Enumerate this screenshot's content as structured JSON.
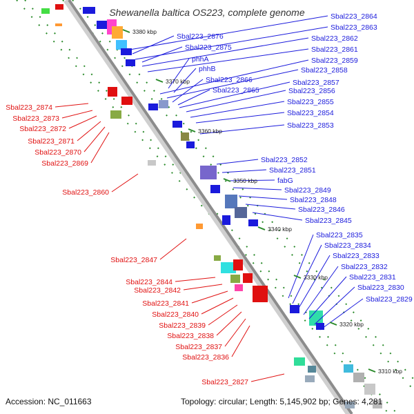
{
  "title": "Shewanella baltica OS223, complete genome",
  "footer": {
    "accession": "Accession: NC_011663",
    "topology": "Topology: circular; Length: 5,145,902 bp; Genes: 4,281"
  },
  "colors": {
    "forward": "#1a1adc",
    "reverse": "#e01010",
    "backbone": "#8c8c8c",
    "dots": "#2a8a2a",
    "tick": "#2a8a2a"
  },
  "ticks": [
    "3380 kbp",
    "3370 kbp",
    "3360 kbp",
    "3350 kbp",
    "3340 kbp",
    "3330 kbp",
    "3320 kbp",
    "3310 kbp"
  ],
  "forward_labels": [
    "Sbal223_2864",
    "Sbal223_2863",
    "Sbal223_2876",
    "Sbal223_2862",
    "Sbal223_2875",
    "Sbal223_2861",
    "phhA",
    "Sbal223_2859",
    "phhB",
    "Sbal223_2858",
    "Sbal223_2866",
    "Sbal223_2857",
    "Sbal223_2865",
    "Sbal223_2856",
    "Sbal223_2855",
    "Sbal223_2854",
    "Sbal223_2853",
    "Sbal223_2852",
    "Sbal223_2851",
    "fabG",
    "Sbal223_2849",
    "Sbal223_2848",
    "Sbal223_2846",
    "Sbal223_2845",
    "Sbal223_2835",
    "Sbal223_2834",
    "Sbal223_2833",
    "Sbal223_2832",
    "Sbal223_2831",
    "Sbal223_2830",
    "Sbal223_2829"
  ],
  "reverse_labels": [
    "Sbal223_2874",
    "Sbal223_2873",
    "Sbal223_2872",
    "Sbal223_2871",
    "Sbal223_2870",
    "Sbal223_2869",
    "Sbal223_2860",
    "Sbal223_2847",
    "Sbal223_2844",
    "Sbal223_2842",
    "Sbal223_2841",
    "Sbal223_2840",
    "Sbal223_2839",
    "Sbal223_2838",
    "Sbal223_2837",
    "Sbal223_2836",
    "Sbal223_2827"
  ]
}
